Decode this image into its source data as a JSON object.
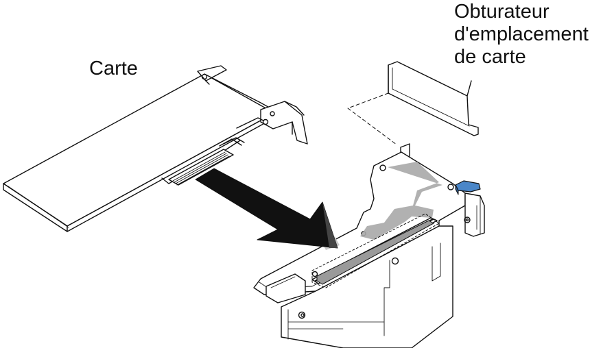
{
  "labels": {
    "card": "Carte",
    "blank_lines": [
      "Obturateur",
      "d'emplacement",
      "de carte"
    ]
  },
  "colors": {
    "line": "#111111",
    "highlight": "#a8a8a8",
    "arrow": "#111111",
    "latch": "#4a86c8"
  }
}
